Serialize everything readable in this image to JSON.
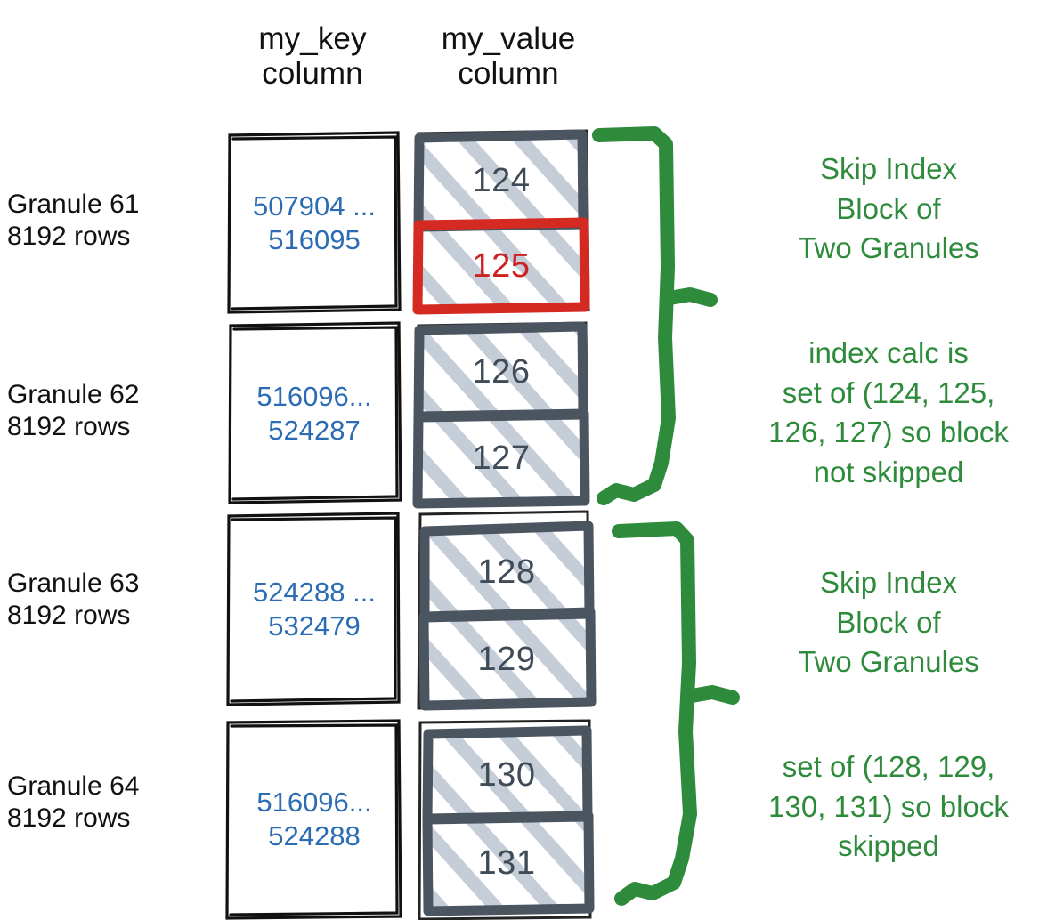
{
  "diagram": {
    "title": "ClickHouse skip index granule diagram",
    "colors": {
      "key_text": "#2B6CB4",
      "value_text": "#3F4B56",
      "highlight": "#CC2222",
      "annotation": "#2E8B3C",
      "hatch": "#C5CDD8",
      "value_border": "#4A5560",
      "key_border": "#111111"
    }
  },
  "headers": {
    "key_column": "my_key\ncolumn",
    "key_column_line1": "my_key",
    "key_column_line2": "column",
    "value_column_line1": "my_value",
    "value_column_line2": "column"
  },
  "granules": [
    {
      "name": "Granule 61",
      "rows": "8192 rows",
      "key_range_line1": "507904 ...",
      "key_range_line2": "516095",
      "values": [
        {
          "value": "124",
          "highlighted": false
        },
        {
          "value": "125",
          "highlighted": true
        }
      ]
    },
    {
      "name": "Granule 62",
      "rows": "8192 rows",
      "key_range_line1": "516096...",
      "key_range_line2": "524287",
      "values": [
        {
          "value": "126",
          "highlighted": false
        },
        {
          "value": "127",
          "highlighted": false
        }
      ]
    },
    {
      "name": "Granule 63",
      "rows": "8192 rows",
      "key_range_line1": "524288 ...",
      "key_range_line2": "532479",
      "values": [
        {
          "value": "128",
          "highlighted": false
        },
        {
          "value": "129",
          "highlighted": false
        }
      ]
    },
    {
      "name": "Granule 64",
      "rows": "8192 rows",
      "key_range_line1": "516096...",
      "key_range_line2": "524288",
      "values": [
        {
          "value": "130",
          "highlighted": false
        },
        {
          "value": "131",
          "highlighted": false
        }
      ]
    }
  ],
  "annotations": [
    {
      "id": "block-1-title",
      "lines": [
        "Skip Index",
        "Block of",
        "Two Granules"
      ],
      "text": "Skip Index\nBlock of\nTwo Granules"
    },
    {
      "id": "block-1-detail",
      "lines": [
        "index calc is",
        "set of (124, 125,",
        "126, 127) so block",
        "not skipped"
      ],
      "text": "index calc is\nset of (124, 125,\n126, 127) so block\nnot skipped"
    },
    {
      "id": "block-2-title",
      "lines": [
        "Skip Index",
        "Block of",
        "Two Granules"
      ],
      "text": "Skip Index\nBlock of\nTwo Granules"
    },
    {
      "id": "block-2-detail",
      "lines": [
        "set of (128, 129,",
        "130, 131) so block",
        "skipped"
      ],
      "text": "set of (128, 129,\n130, 131) so block\nskipped"
    }
  ]
}
